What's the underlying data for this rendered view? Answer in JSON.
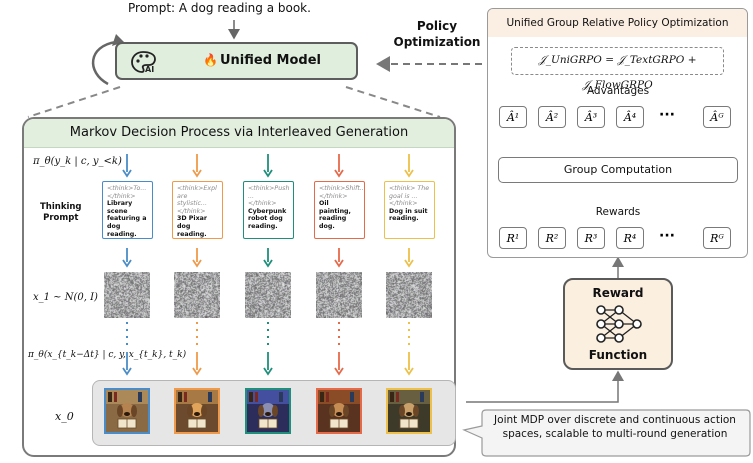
{
  "prompt": "Prompt: A dog reading a book.",
  "unified_model": {
    "emoji": "🔥",
    "label": "Unified Model"
  },
  "policy_optimization": {
    "line1": "Policy",
    "line2": "Optimization"
  },
  "mdp": {
    "title": "Markov Decision Process via Interleaved Generation",
    "thinking_label_1": "Thinking",
    "thinking_label_2": "Prompt",
    "row_policy_text": "π_θ(y_k | c, y_<k)",
    "row_noise_text": "x_1 ~ N(0, I)",
    "row_flow_text": "π_θ(x_{t_k−Δt} | c, y, x_{t_k}, t_k)",
    "row_x0_text": "x_0",
    "colors": [
      "#4a8cc7",
      "#ef9a4a",
      "#1f8f7c",
      "#e56a4a",
      "#ecc04a"
    ],
    "thinking": [
      {
        "tag": "<think>To...",
        "close": "</think>",
        "body": "Library scene featuring a dog reading."
      },
      {
        "tag": "<think>Expl are stylistic...",
        "close": "</think>",
        "body": "3D Pixar dog reading."
      },
      {
        "tag": "<think>Push ...",
        "close": "</think>",
        "body": "Cyberpunk robot dog reading."
      },
      {
        "tag": "<think>Shift...",
        "close": "</think>",
        "body": "Oil painting, reading dog."
      },
      {
        "tag": "<think> The goal is ...",
        "close": "</think>",
        "body": "Dog in suit reading."
      }
    ]
  },
  "grpo": {
    "title": "Unified Group Relative Policy Optimization",
    "formula": "𝒥_UniGRPO = 𝒥_TextGRPO + 𝒥_FlowGRPO",
    "advantages_label": "Advantages",
    "advantages": [
      "Â¹",
      "Â²",
      "Â³",
      "Â⁴",
      "···",
      "Âᴳ"
    ],
    "group_computation": "Group Computation",
    "rewards_label": "Rewards",
    "rewards": [
      "R¹",
      "R²",
      "R³",
      "R⁴",
      "···",
      "Rᴳ"
    ]
  },
  "reward_function": {
    "line1": "Reward",
    "line2": "Function"
  },
  "callout": {
    "line1": "Joint MDP over discrete and continuous action",
    "line2": "spaces, scalable to multi-round generation"
  },
  "icons": [
    "palette-ai-icon",
    "fire-icon",
    "neural-network-icon",
    "refresh-loop-icon"
  ]
}
